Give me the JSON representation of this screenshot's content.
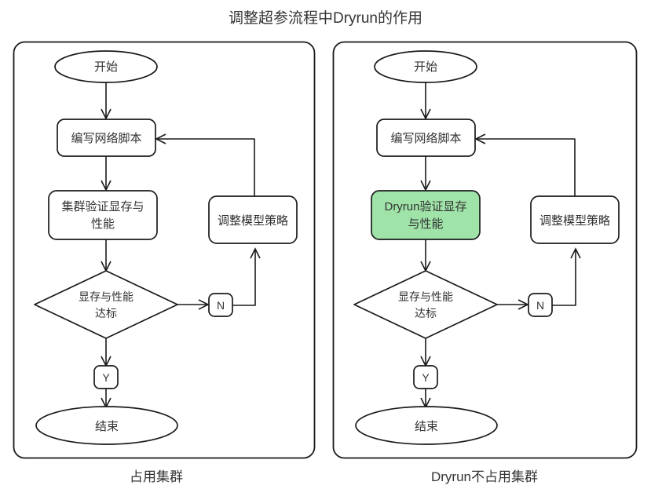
{
  "title": "调整超参流程中Dryrun的作用",
  "accent_green": "#9fe3a8",
  "stroke_color": "#1a1a1a",
  "text_color": "#333333",
  "panels": [
    {
      "id": "left",
      "caption": "占用集群",
      "nodes": {
        "start": "开始",
        "write_script": "编写网络脚本",
        "verify": "集群验证显存与性能",
        "verify_line1": "集群验证显存与",
        "verify_line2": "性能",
        "decision_line1": "显存与性能",
        "decision_line2": "达标",
        "no_label": "N",
        "yes_label": "Y",
        "adjust": "调整模型策略",
        "end": "结束"
      },
      "verify_highlighted": false
    },
    {
      "id": "right",
      "caption": "Dryrun不占用集群",
      "nodes": {
        "start": "开始",
        "write_script": "编写网络脚本",
        "verify": "Dryrun验证显存与性能",
        "verify_line1": "Dryrun验证显存",
        "verify_line2": "与性能",
        "decision_line1": "显存与性能",
        "decision_line2": "达标",
        "no_label": "N",
        "yes_label": "Y",
        "adjust": "调整模型策略",
        "end": "结束"
      },
      "verify_highlighted": true
    }
  ],
  "chart_data": {
    "type": "table",
    "title": "调整超参流程中Dryrun的作用",
    "flow_sequence": [
      "开始",
      "编写网络脚本",
      "验证显存与性能",
      "显存与性能达标",
      "N -> 调整模型策略 -> 编写网络脚本",
      "Y -> 结束"
    ]
  }
}
